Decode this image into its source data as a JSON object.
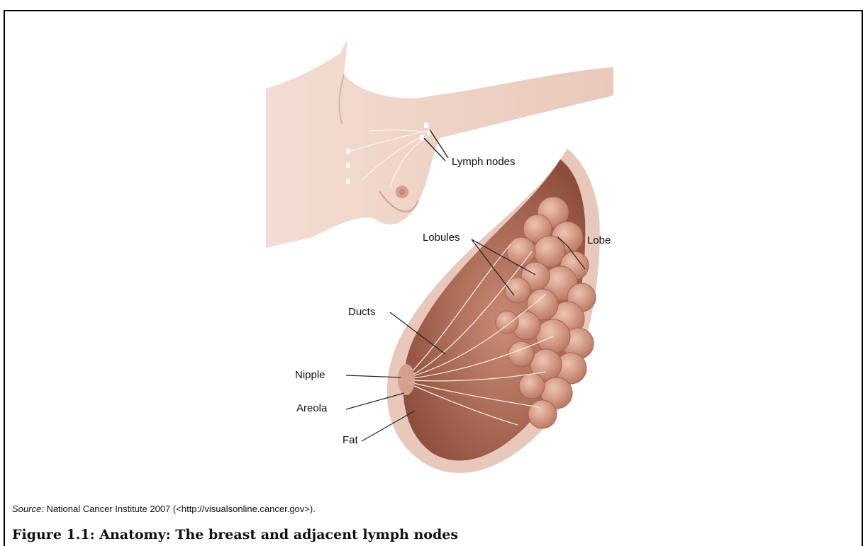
{
  "figure": {
    "labels": {
      "lymph_nodes": "Lymph nodes",
      "lobules": "Lobules",
      "lobe": "Lobe",
      "ducts": "Ducts",
      "nipple": "Nipple",
      "areola": "Areola",
      "fat": "Fat"
    }
  },
  "source": {
    "prefix": "Source:",
    "text": "National Cancer Institute 2007 (<http://visualsonline.cancer.gov>)."
  },
  "caption": "Figure 1.1: Anatomy: The breast and adjacent lymph nodes"
}
